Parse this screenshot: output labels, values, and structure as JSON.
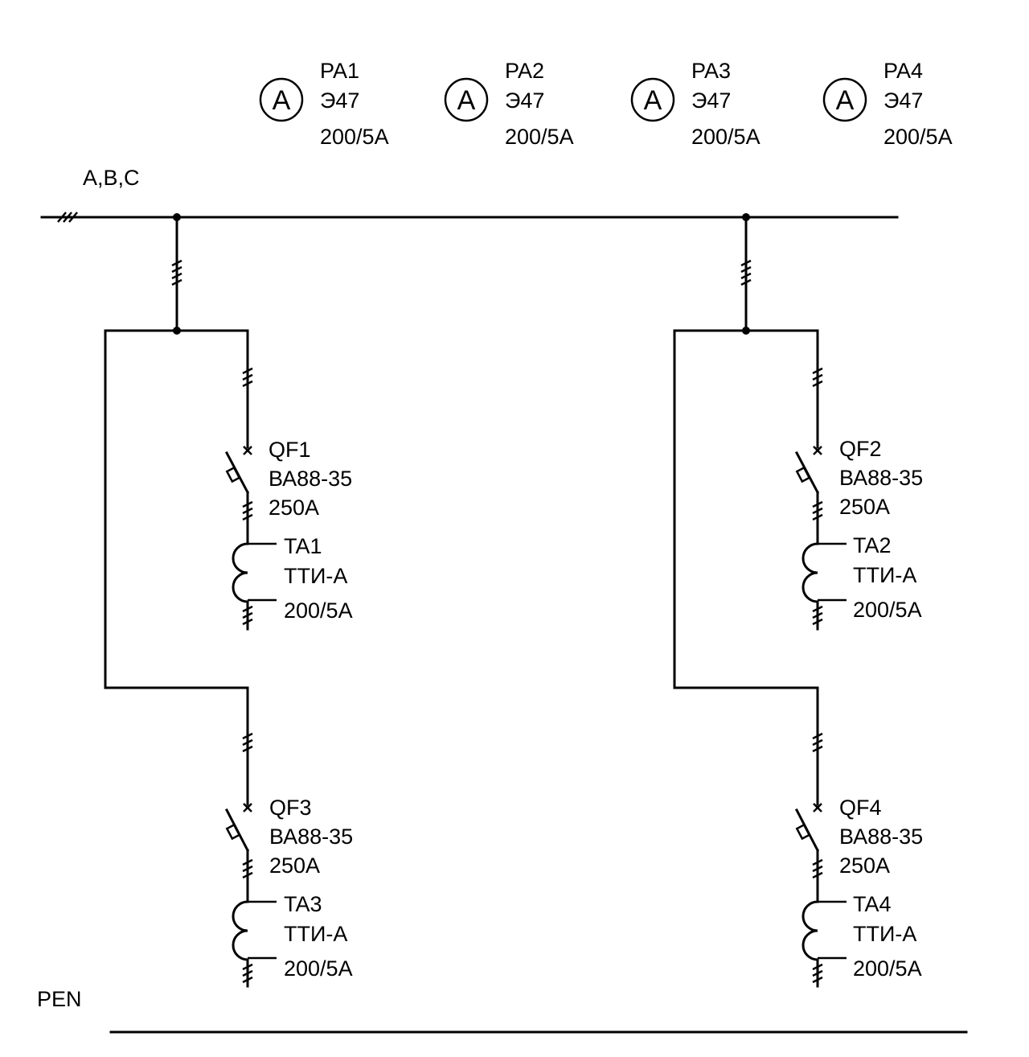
{
  "bus": {
    "label": "A,B,C"
  },
  "pen": {
    "label": "PEN"
  },
  "ammeters": [
    {
      "symbol": "A",
      "id": "PA1",
      "model": "Э47",
      "rating": "200/5A"
    },
    {
      "symbol": "A",
      "id": "PA2",
      "model": "Э47",
      "rating": "200/5A"
    },
    {
      "symbol": "A",
      "id": "PA3",
      "model": "Э47",
      "rating": "200/5A"
    },
    {
      "symbol": "A",
      "id": "PA4",
      "model": "Э47",
      "rating": "200/5A"
    }
  ],
  "feeders": [
    {
      "breaker": {
        "id": "QF1",
        "model": "ВА88-35",
        "rating": "250А"
      },
      "ct": {
        "id": "TA1",
        "model": "ТТИ-А",
        "rating": "200/5А"
      }
    },
    {
      "breaker": {
        "id": "QF2",
        "model": "ВА88-35",
        "rating": "250А"
      },
      "ct": {
        "id": "TA2",
        "model": "ТТИ-А",
        "rating": "200/5А"
      }
    },
    {
      "breaker": {
        "id": "QF3",
        "model": "ВА88-35",
        "rating": "250А"
      },
      "ct": {
        "id": "TA3",
        "model": "ТТИ-А",
        "rating": "200/5А"
      }
    },
    {
      "breaker": {
        "id": "QF4",
        "model": "ВА88-35",
        "rating": "250А"
      },
      "ct": {
        "id": "TA4",
        "model": "ТТИ-А",
        "rating": "200/5А"
      }
    }
  ]
}
